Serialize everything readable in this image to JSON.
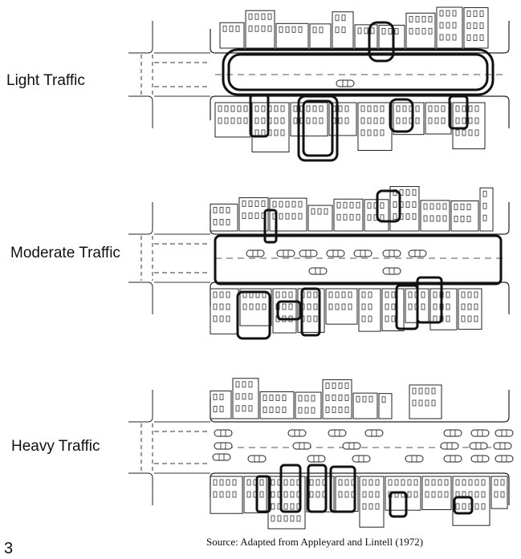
{
  "panels": [
    {
      "id": "light",
      "label": "Light Traffic"
    },
    {
      "id": "moderate",
      "label": "Moderate Traffic"
    },
    {
      "id": "heavy",
      "label": "Heavy Traffic"
    }
  ],
  "figure_number": "3",
  "source": "Source: Adapted from Appleyard and Lintell (1972)"
}
